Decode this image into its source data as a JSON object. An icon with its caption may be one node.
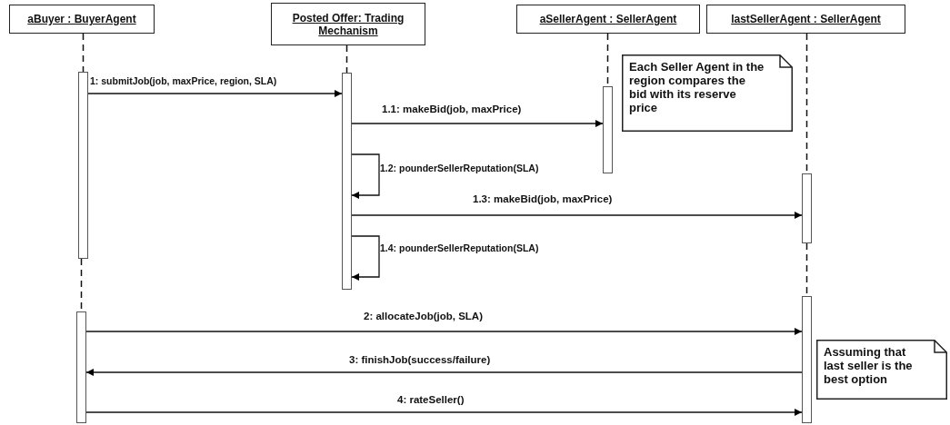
{
  "diagram": {
    "nodes": [
      {
        "text": [
          "aBuyer : BuyerAgent"
        ]
      },
      {
        "text": [
          "Posted Offer: Trading Mechanism"
        ]
      },
      {
        "text": [
          "aSellerAgent : SellerAgent"
        ]
      },
      {
        "text": [
          "lastSellerAgent : SellerAgent"
        ]
      },
      {
        "text": [],
        "shape": "bar"
      },
      {
        "text": [],
        "shape": "bar"
      },
      {
        "text": [],
        "shape": "bar"
      },
      {
        "text": [],
        "shape": "bar"
      },
      {
        "text": [],
        "shape": "bar"
      },
      {
        "text": [],
        "shape": "bar"
      },
      {
        "text": [
          "Each Seller Agent in the region compares the bid with its reserve price"
        ]
      },
      {
        "text": [
          "Assuming that last seller is the best option"
        ]
      }
    ],
    "edges": [
      {
        "from": 4,
        "to": 5,
        "arrow": "to",
        "label": "1: submitJob(job, maxPrice, region, SLA)"
      },
      {
        "from": 5,
        "to": 6,
        "arrow": "to",
        "label": "1.1: makeBid(job, maxPrice)"
      },
      {
        "from": 5,
        "to": 5,
        "arrow": "to",
        "label": "1.2: pounderSellerReputation(SLA)"
      },
      {
        "from": 5,
        "to": 7,
        "arrow": "to",
        "label": "1.3: makeBid(job, maxPrice)"
      },
      {
        "from": 5,
        "to": 5,
        "arrow": "to",
        "label": "1.4: pounderSellerReputation(SLA)"
      },
      {
        "from": 8,
        "to": 9,
        "arrow": "to",
        "label": "2: allocateJob(job, SLA)"
      },
      {
        "from": 9,
        "to": 8,
        "arrow": "to",
        "label": "3: finishJob(success/failure)"
      },
      {
        "from": 8,
        "to": 9,
        "arrow": "to",
        "label": "4: rateSeller()"
      },
      {
        "from": 0,
        "to": 4,
        "arrow": "none",
        "style": "dashed"
      },
      {
        "from": 4,
        "to": 8,
        "arrow": "none",
        "style": "dashed"
      },
      {
        "from": 1,
        "to": 5,
        "arrow": "none",
        "style": "dashed"
      },
      {
        "from": 2,
        "to": 6,
        "arrow": "none",
        "style": "dashed"
      },
      {
        "from": 3,
        "to": 7,
        "arrow": "none",
        "style": "dashed"
      },
      {
        "from": 7,
        "to": 9,
        "arrow": "none",
        "style": "dashed"
      }
    ]
  }
}
